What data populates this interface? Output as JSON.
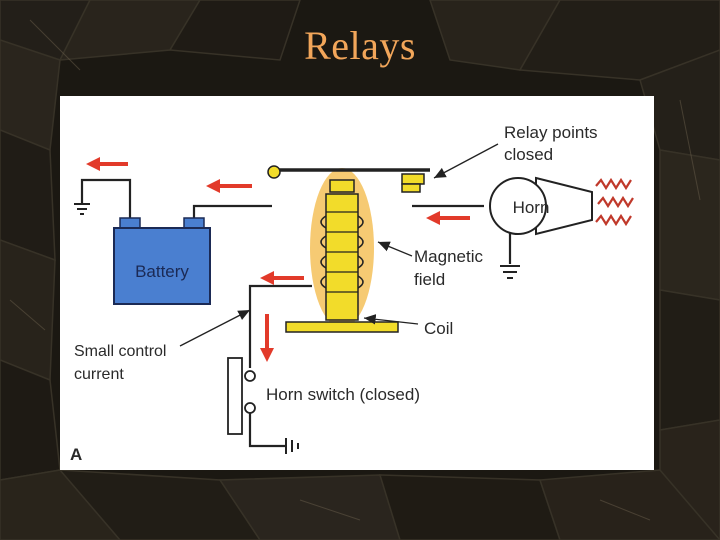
{
  "slide": {
    "title": "Relays"
  },
  "diagram": {
    "labels": {
      "relay_points_1": "Relay points",
      "relay_points_2": "closed",
      "horn": "Horn",
      "magnetic_1": "Magnetic",
      "magnetic_2": "field",
      "coil": "Coil",
      "battery": "Battery",
      "small_control_1": "Small control",
      "small_control_2": "current",
      "horn_switch": "Horn switch (closed)",
      "panel_letter": "A"
    },
    "colors": {
      "title": "#f2a65a",
      "battery": "#4a7fd0",
      "magnetic_field": "#f5c15a",
      "coil": "#f2dc2a",
      "current_arrow": "#e23a2a",
      "wire": "#222222"
    }
  }
}
